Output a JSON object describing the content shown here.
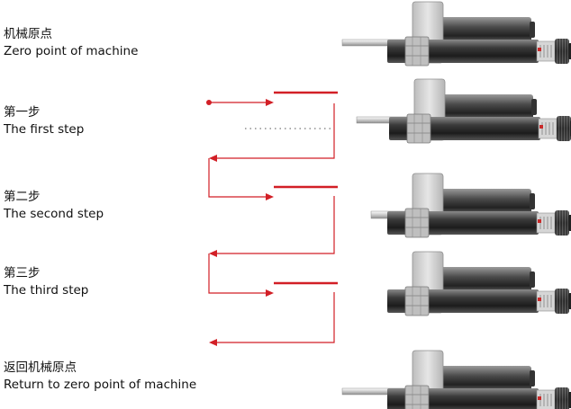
{
  "steps": [
    {
      "zh": "机械原点",
      "en": "Zero point of machine"
    },
    {
      "zh": "第一步",
      "en": "The first step"
    },
    {
      "zh": "第二步",
      "en": "The second step"
    },
    {
      "zh": "第三步",
      "en": "The third step"
    },
    {
      "zh": "返回机械原点",
      "en": "Return to zero point of machine"
    }
  ],
  "colors": {
    "arrow": "#d21f26",
    "rod": "#9a9a9a",
    "housing": "#cfcfcf",
    "barrel": "#3b3b3b",
    "dots": "#555555"
  },
  "icons": {
    "actuator": "linear-actuator-icon",
    "flow": "red-arrow-flow"
  }
}
